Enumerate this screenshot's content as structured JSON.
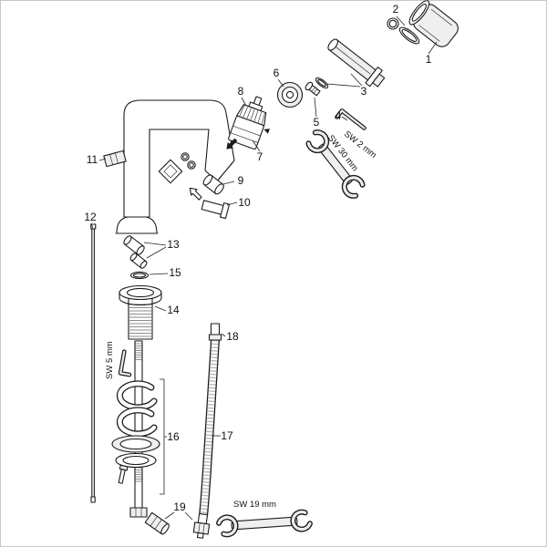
{
  "diagram": {
    "labels": {
      "p1": "1",
      "p2": "2",
      "p3": "3",
      "p4": "4",
      "p5": "5",
      "p6": "6",
      "p7": "7",
      "p8": "8",
      "p9": "9",
      "p10": "10",
      "p11": "11",
      "p12": "12",
      "p13": "13",
      "p14": "14",
      "p15": "15",
      "p16": "16",
      "p17": "17",
      "p18": "18",
      "p19": "19"
    },
    "tools": {
      "sw2": "SW 2 mm",
      "sw30": "SW 30 mm",
      "sw5": "SW 5 mm",
      "sw19": "SW 19 mm"
    },
    "colors": {
      "stroke": "#1c1c1c",
      "fill": "#ffffff",
      "metal": "#efefef",
      "frame": "#c8c8c8"
    }
  }
}
